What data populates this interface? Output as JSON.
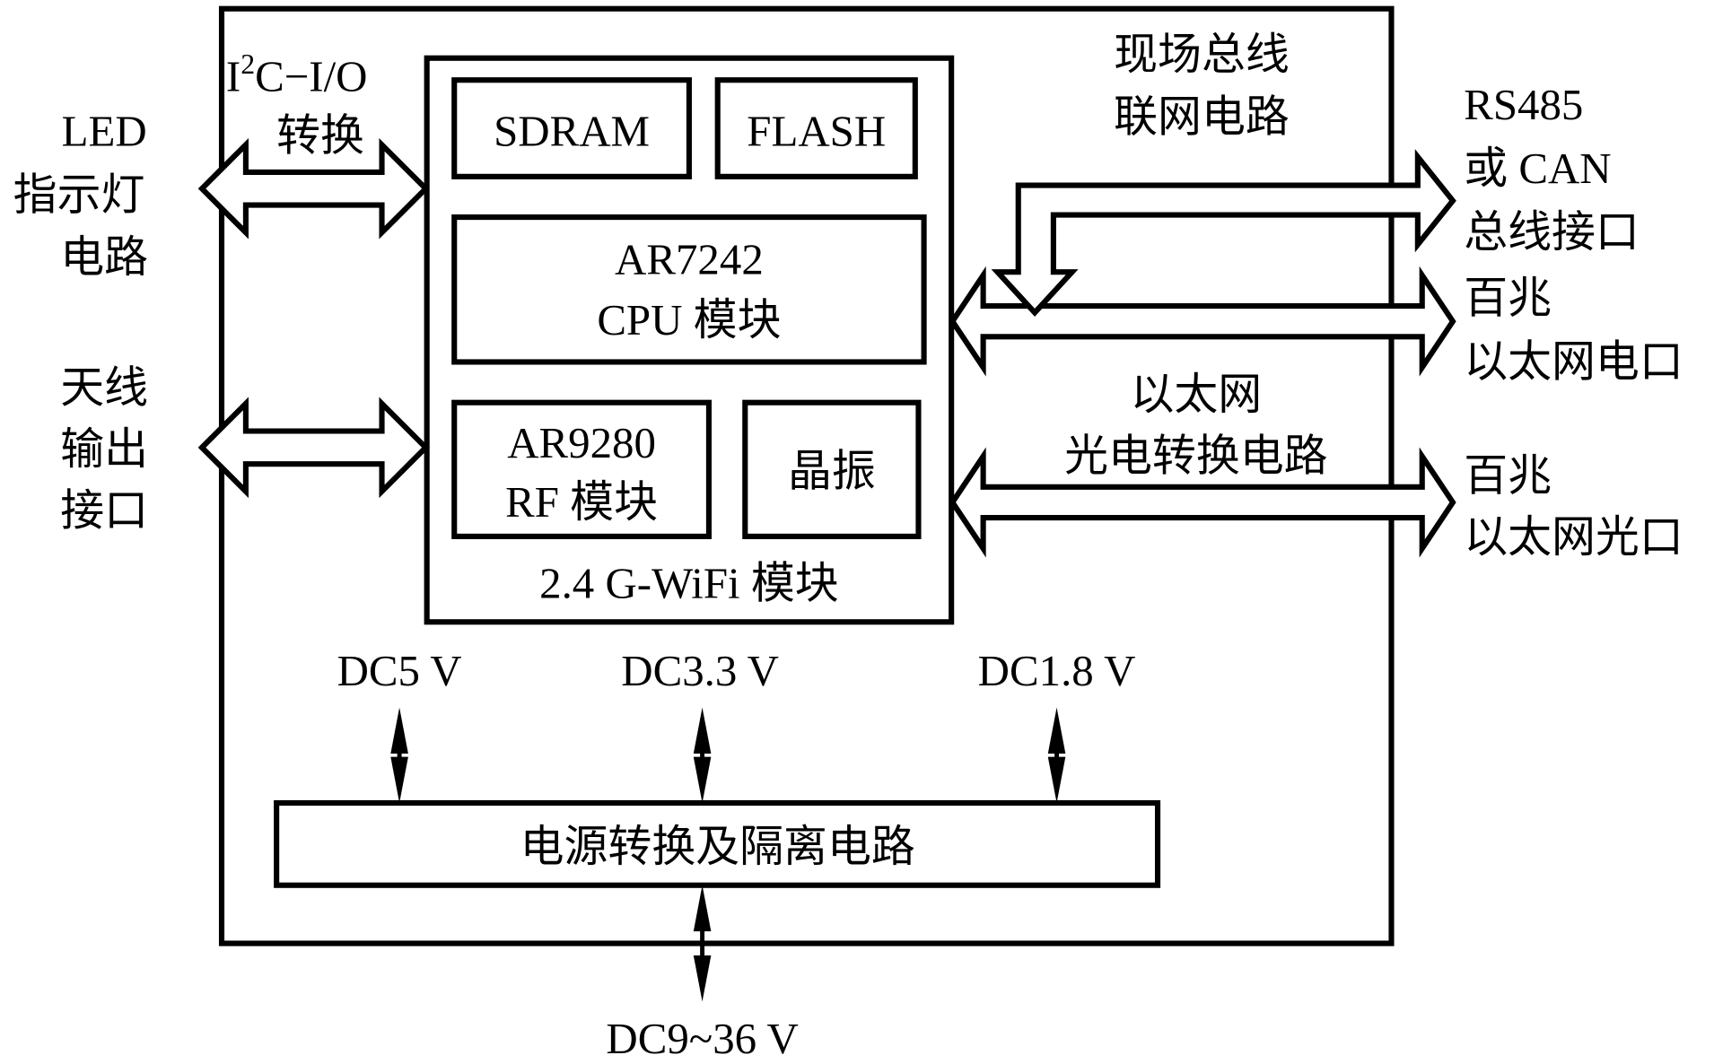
{
  "diagram": {
    "colors": {
      "stroke": "#000000",
      "background": "#ffffff",
      "text": "#000000"
    },
    "left_labels": {
      "led": [
        "LED",
        "指示灯",
        "电路"
      ],
      "antenna": [
        "天线",
        "输出",
        "接口"
      ]
    },
    "i2c_label": {
      "line1_prefix": "I",
      "superscript": "2",
      "line1_suffix": "C−I/O",
      "line2": "转换"
    },
    "wifi_module": {
      "title": "2.4 G-WiFi 模块",
      "sdram": "SDRAM",
      "flash": "FLASH",
      "cpu": [
        "AR7242",
        "CPU 模块"
      ],
      "rf": [
        "AR9280",
        "RF 模块"
      ],
      "crystal": "晶振"
    },
    "fieldbus_circuit": [
      "现场总线",
      "联网电路"
    ],
    "ethernet_circuit": [
      "以太网",
      "光电转换电路"
    ],
    "right_labels": {
      "bus": [
        "RS485",
        "或 CAN",
        "总线接口"
      ],
      "eth_electrical": [
        "百兆",
        "以太网电口"
      ],
      "eth_optical": [
        "百兆",
        "以太网光口"
      ]
    },
    "power": {
      "box_label": "电源转换及隔离电路",
      "outputs": [
        "DC5 V",
        "DC3.3 V",
        "DC1.8 V"
      ],
      "input": "DC9~36 V"
    }
  }
}
